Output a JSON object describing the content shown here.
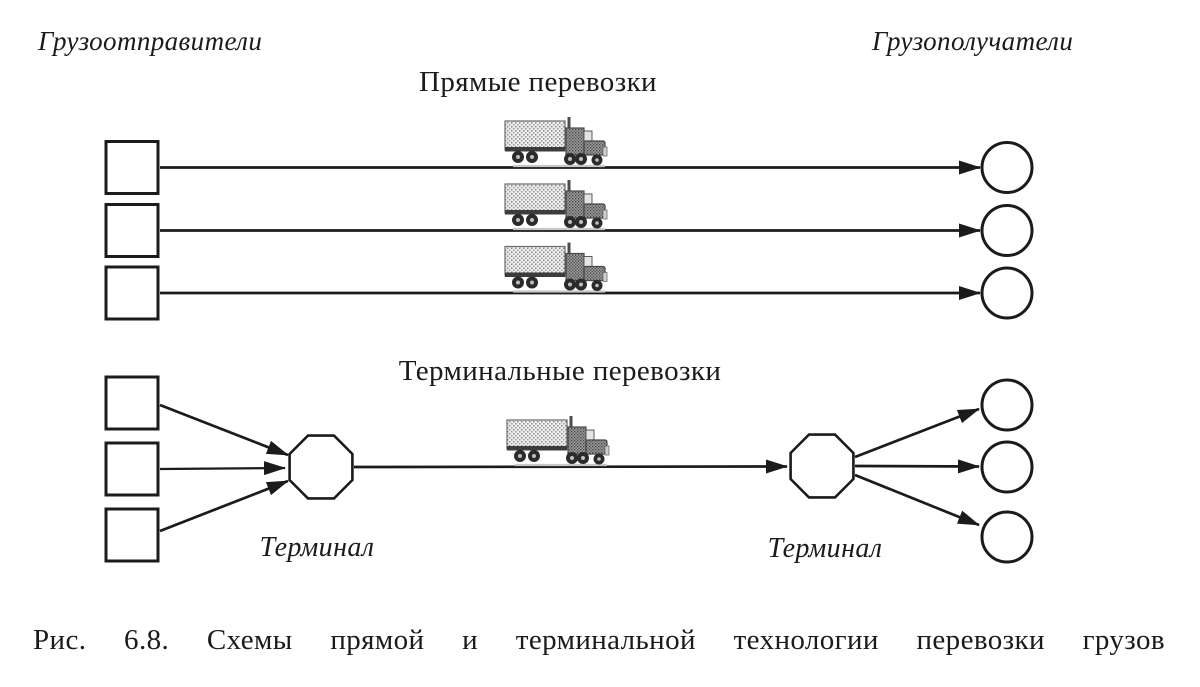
{
  "figure": {
    "shippers_label": "Грузоотправители",
    "consignees_label": "Грузополучатели",
    "direct_section": {
      "title": "Прямые перевозки",
      "shipper_count": 3,
      "consignee_count": 3,
      "truck_icon_count": 3
    },
    "terminal_section": {
      "title": "Терминальные перевозки",
      "left_terminal_label": "Терминал",
      "right_terminal_label": "Терминал",
      "shipper_count": 3,
      "consignee_count": 3,
      "terminal_count": 2,
      "truck_icon_count": 1
    },
    "caption": "Рис. 6.8. Схемы прямой и терминальной технологии перевозки грузов",
    "colors": {
      "ink": "#1b1b1b",
      "background": "#ffffff",
      "truck_gray": "#8a8a8a"
    }
  }
}
